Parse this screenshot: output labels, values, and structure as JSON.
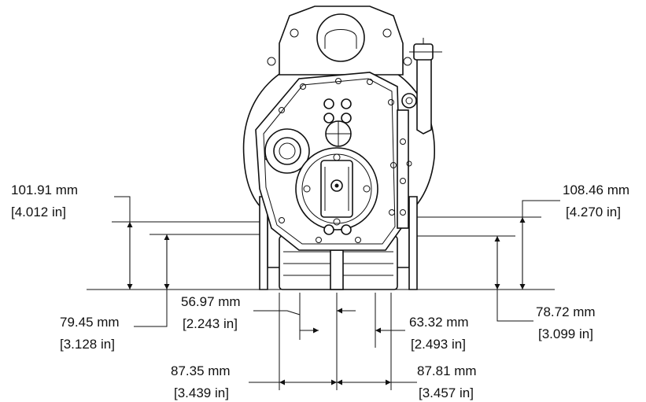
{
  "diagram": {
    "dimensions": [
      {
        "id": "left-outer",
        "metric": "101.91 mm",
        "imperial": "[4.012 in]"
      },
      {
        "id": "left-inner",
        "metric": "79.45 mm",
        "imperial": "[3.128 in]"
      },
      {
        "id": "right-outer",
        "metric": "108.46 mm",
        "imperial": "[4.270 in]"
      },
      {
        "id": "right-inner",
        "metric": "78.72 mm",
        "imperial": "[3.099 in]"
      },
      {
        "id": "center-left",
        "metric": "56.97 mm",
        "imperial": "[2.243 in]"
      },
      {
        "id": "center-right",
        "metric": "63.32 mm",
        "imperial": "[2.493 in]"
      },
      {
        "id": "bottom-left",
        "metric": "87.35 mm",
        "imperial": "[3.439 in]"
      },
      {
        "id": "bottom-right",
        "metric": "87.81 mm",
        "imperial": "[3.457 in]"
      }
    ]
  }
}
